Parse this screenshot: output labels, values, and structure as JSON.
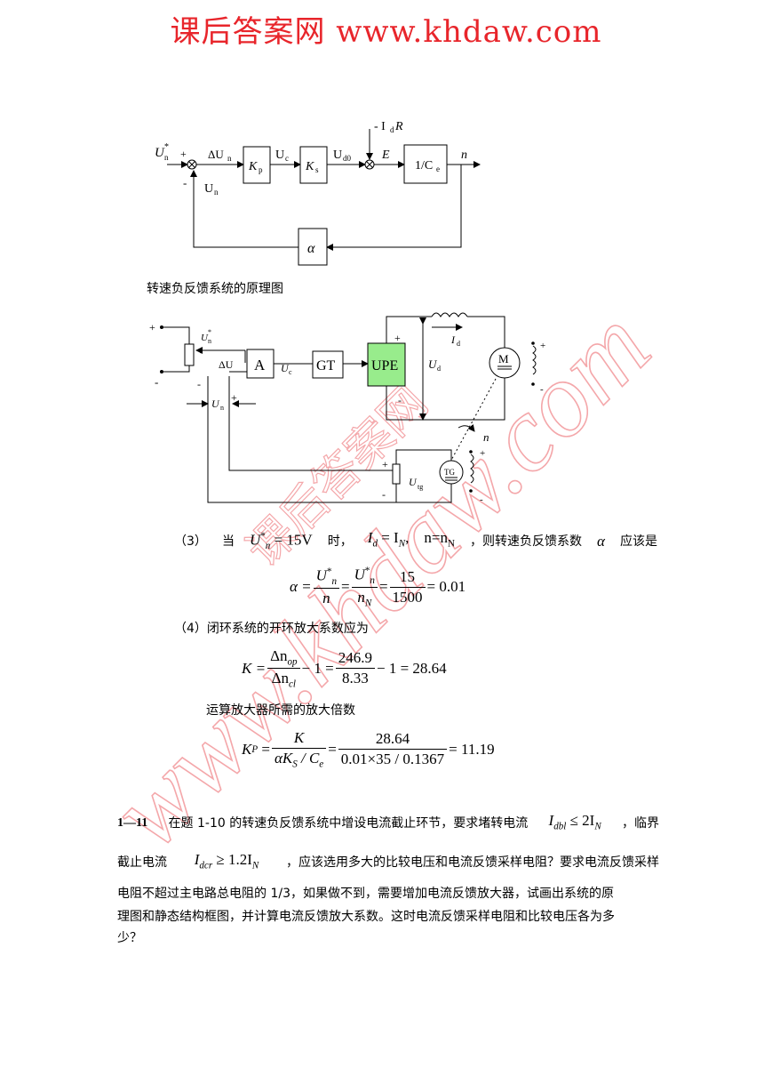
{
  "header": {
    "title": "课后答案网  www.khdaw.com"
  },
  "watermark": {
    "text_main": "www.khdaw.com",
    "text_cn": "课后答案网"
  },
  "block_diagram": {
    "labels": {
      "input": "U",
      "input_sub": "n",
      "input_sup": "*",
      "plus": "+",
      "minus": "-",
      "delta_u": "ΔU",
      "delta_u_sub": "n",
      "un": "U",
      "un_sub": "n",
      "kp": "K",
      "kp_sub": "p",
      "uc": "U",
      "uc_sub": "c",
      "ks": "K",
      "ks_sub": "s",
      "ud0": "U",
      "ud0_sub": "d0",
      "e": "E",
      "ce": "1/C",
      "ce_sub": "e",
      "disturb": "- I",
      "disturb_sub": "d",
      "disturb_r": "R",
      "output": "n",
      "alpha": "α"
    },
    "caption": "转速负反馈系统的原理图"
  },
  "circuit": {
    "labels": {
      "plus": "+",
      "minus": "-",
      "un_star": "U",
      "un_star_sub": "n",
      "un_star_sup": "*",
      "delta_u": "ΔU",
      "amp": "A",
      "uc": "U",
      "uc_sub": "c",
      "gt": "GT",
      "upe": "UPE",
      "ud": "U",
      "ud_sub": "d",
      "id": "I",
      "id_sub": "d",
      "motor": "M",
      "un": "U",
      "un_sub": "n",
      "tg": "TG",
      "utg": "U",
      "utg_sub": "tg",
      "n": "n"
    }
  },
  "solution": {
    "p3_label": "（3）",
    "p3_when": "当",
    "p3_cond1": "U",
    "p3_cond1_val": "= 15V",
    "p3_time": "时，",
    "p3_cond2": "I",
    "p3_cond2_rhs": "= I",
    "p3_cond3": "n=n",
    "p3_tail": "，则转速负反馈系数",
    "p3_tail2": "应该是",
    "eq1_lhs": "α =",
    "eq1_num1": "U",
    "eq1_den1": "n",
    "eq1_num2": "U",
    "eq1_den2": "n",
    "eq1_num3": "15",
    "eq1_den3": "1500",
    "eq1_result": "= 0.01",
    "p4_text": "（4）闭环系统的开环放大系数应为",
    "eq2_lhs": "K =",
    "eq2_num1": "Δn",
    "eq2_num1_sub": "op",
    "eq2_den1": "Δn",
    "eq2_den1_sub": "cl",
    "eq2_minus": "− 1 =",
    "eq2_num2": "246.9",
    "eq2_den2": "8.33",
    "eq2_result": "− 1 = 28.64",
    "p5_text": "运算放大器所需的放大倍数",
    "eq3_lhs": "K",
    "eq3_lhs_sub": "P",
    "eq3_num1": "K",
    "eq3_den1": "αK",
    "eq3_den1b": "/ C",
    "eq3_num2": "28.64",
    "eq3_den2": "0.01×35 / 0.1367",
    "eq3_result": "= 11.19"
  },
  "problem": {
    "number": "1—11",
    "line1_a": "在题 1-10 的转速负反馈系统中增设电流截止环节，要求堵转电流",
    "line1_var": "I",
    "line1_var_sub": "dbl",
    "line1_rel": "≤ 2I",
    "line1_rel_sub": "N",
    "line1_b": "，临界",
    "line2_a": "截止电流",
    "line2_var": "I",
    "line2_var_sub": "dcr",
    "line2_rel": "≥ 1.2I",
    "line2_rel_sub": "N",
    "line2_b": "，应该选用多大的比较电压和电流反馈采样电阻？要求电流反馈采样",
    "line3": "电阻不超过主电路总电阻的 1/3，如果做不到，需要增加电流反馈放大器，试画出系统的原",
    "line4": "理图和静态结构框图，并计算电流反馈放大系数。这时电流反馈采样电阻和比较电压各为多",
    "line5": "少？"
  },
  "colors": {
    "header": "#e8252b",
    "watermark": "#f4a7aa",
    "upe_fill": "#98ec8c"
  }
}
